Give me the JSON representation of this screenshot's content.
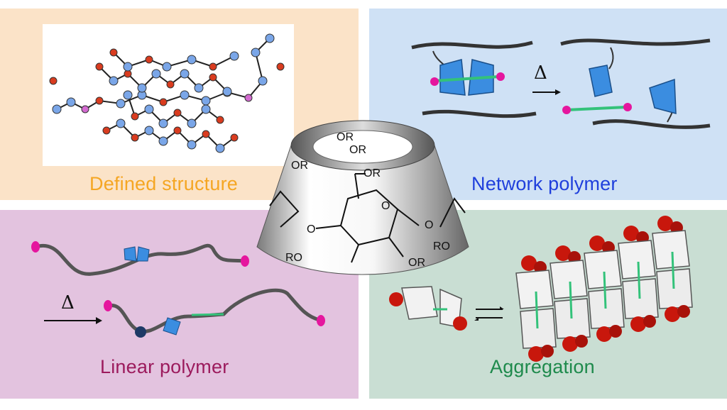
{
  "panels": {
    "defined": {
      "label": "Defined structure",
      "color": "#f5a623"
    },
    "network": {
      "label": "Network polymer",
      "color": "#1f3fdc",
      "delta": "Δ"
    },
    "linear": {
      "label": "Linear polymer",
      "color": "#9c1b5d",
      "delta": "Δ"
    },
    "aggregation": {
      "label": "Aggregation",
      "color": "#1e8a4c"
    }
  },
  "center": {
    "ring_labels": [
      "OR",
      "OR",
      "OR",
      "RO",
      "OR",
      "RO",
      "OR",
      "O",
      "O",
      "O"
    ]
  },
  "icons": [
    "cyclodextrin-cone",
    "crystal-structure",
    "rotaxane-dumbbell",
    "equilibrium-arrows",
    "reaction-arrow"
  ]
}
